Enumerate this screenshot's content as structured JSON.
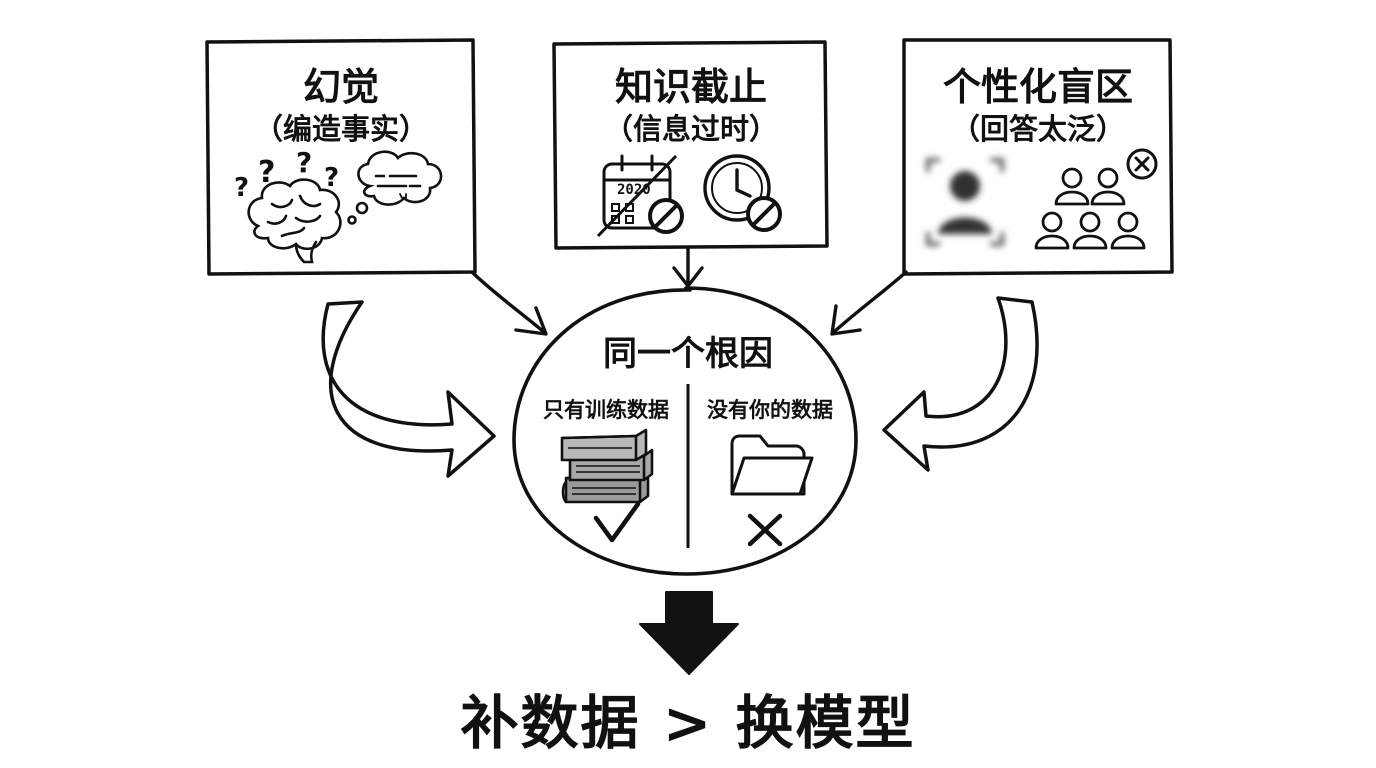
{
  "boxes": [
    {
      "title": "幻觉",
      "subtitle": "（编造事实）",
      "icons": [
        "question-marks-icon",
        "brain-icon",
        "thought-bubble-icon"
      ]
    },
    {
      "title": "知识截止",
      "subtitle": "（信息过时）",
      "icons": [
        "calendar-icon",
        "clock-icon",
        "prohibited-icon"
      ],
      "calendar_year": "2020"
    },
    {
      "title": "个性化盲区",
      "subtitle": "（回答太泛）",
      "icons": [
        "blurred-user-icon",
        "people-group-icon",
        "close-circle-icon"
      ]
    }
  ],
  "center": {
    "title": "同一个根因",
    "left": {
      "label": "只有训练数据",
      "icon": "book-stack-icon",
      "mark": "check-icon"
    },
    "right": {
      "label": "没有你的数据",
      "icon": "folder-icon",
      "mark": "cross-icon"
    }
  },
  "conclusion": "补数据 > 换模型",
  "colors": {
    "ink": "#111111",
    "background": "#ffffff"
  }
}
